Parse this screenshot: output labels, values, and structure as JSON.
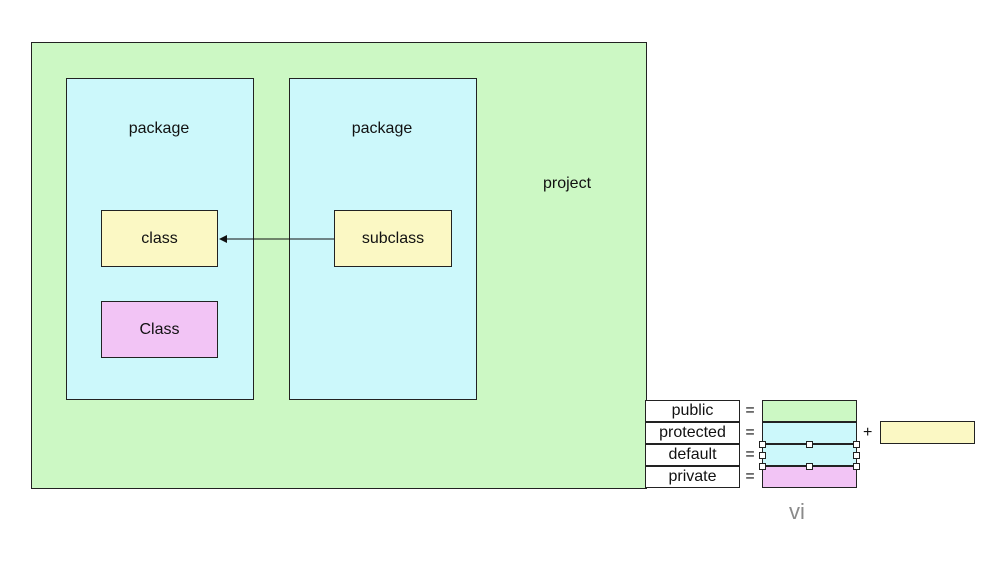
{
  "diagram": {
    "project_label": "project",
    "packages": [
      {
        "label": "package"
      },
      {
        "label": "package"
      }
    ],
    "classes": {
      "class_label": "class",
      "subclass_label": "subclass",
      "Class_label": "Class"
    },
    "legend": [
      {
        "name": "public",
        "eq": "=",
        "color": "#ccf8c4"
      },
      {
        "name": "protected",
        "eq": "=",
        "color": "#ccf8fb"
      },
      {
        "name": "default",
        "eq": "=",
        "color": "#ccf8fb"
      },
      {
        "name": "private",
        "eq": "=",
        "color": "#f2c4f5"
      }
    ],
    "plus": "+",
    "extra_color": "#fbf8c4",
    "caption": "vi",
    "colors": {
      "project": "#ccf8c4",
      "package": "#ccf8fb",
      "class": "#fbf8c4",
      "Class": "#f2c4f5"
    }
  }
}
